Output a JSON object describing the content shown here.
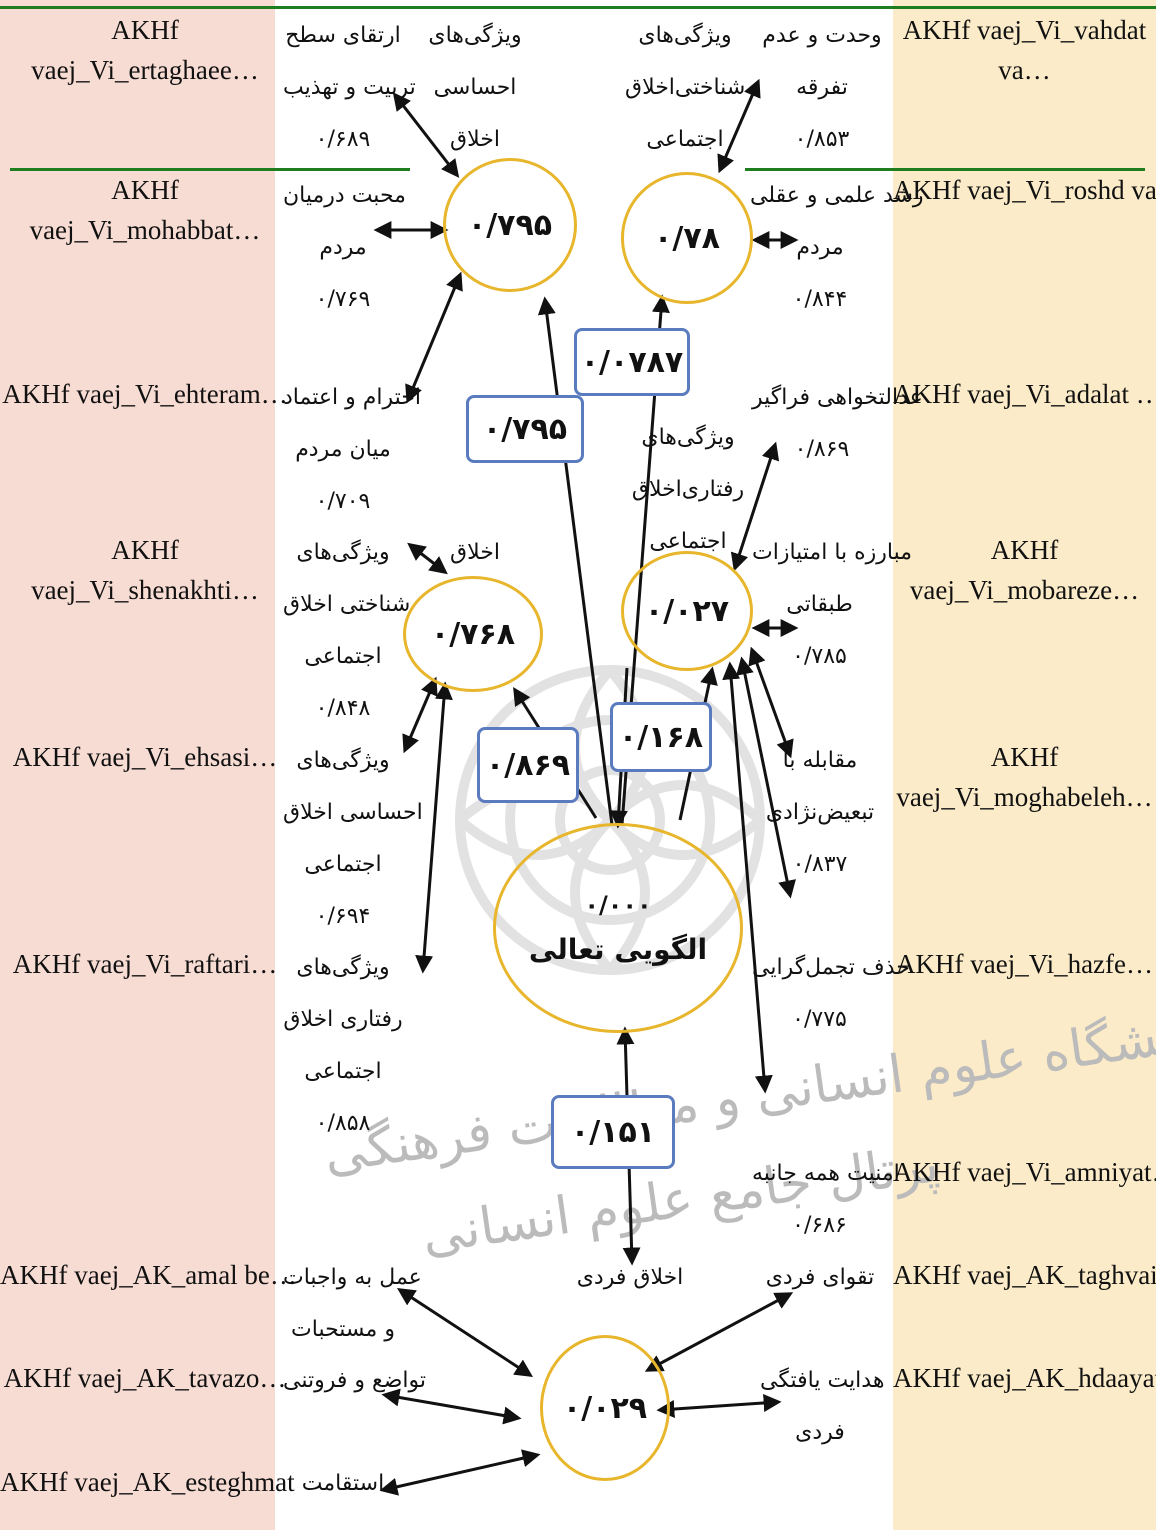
{
  "colors": {
    "left_column": "#f7dcd3",
    "right_column": "#fbebc8",
    "circle_border": "#e8b62c",
    "box_border": "#5a7cbf",
    "divider": "#1e7d1e"
  },
  "left_labels": [
    {
      "lines": [
        "AKHf",
        "vaej_Vi_ertaghaee…"
      ]
    },
    {
      "lines": [
        "AKHf",
        "vaej_Vi_mohabbat…"
      ]
    },
    {
      "lines": [
        "AKHf vaej_Vi_ehteram…"
      ]
    },
    {
      "lines": [
        "AKHf",
        "vaej_Vi_shenakhti…"
      ]
    },
    {
      "lines": [
        "AKHf vaej_Vi_ehsasi…"
      ]
    },
    {
      "lines": [
        "AKHf vaej_Vi_raftari…"
      ]
    },
    {
      "lines": [
        "AKHf vaej_AK_amal be…"
      ]
    },
    {
      "lines": [
        "AKHf vaej_AK_tavazo…"
      ]
    },
    {
      "lines": [
        "AKHf vaej_AK_esteghmat"
      ]
    }
  ],
  "right_labels": [
    {
      "lines": [
        "AKHf vaej_Vi_vahdat",
        "va…"
      ]
    },
    {
      "lines": [
        "AKHf vaej_Vi_roshd va…"
      ]
    },
    {
      "lines": [
        "AKHf vaej_Vi_adalat …"
      ]
    },
    {
      "lines": [
        "AKHf",
        "vaej_Vi_mobareze…"
      ]
    },
    {
      "lines": [
        "AKHf",
        "vaej_Vi_moghabeleh…"
      ]
    },
    {
      "lines": [
        "AKHf vaej_Vi_hazfe…"
      ]
    },
    {
      "lines": [
        "AKHf vaej_Vi_amniyat…"
      ]
    },
    {
      "lines": [
        "AKHf vaej_AK_taghvai…"
      ]
    },
    {
      "lines": [
        "AKHf vaej_AK_hdaayat…"
      ]
    }
  ],
  "indicators": [
    {
      "lines": [
        "ارتقای سطح",
        "تربیت و تهذیب",
        "۰/۶۸۹"
      ]
    },
    {
      "lines": [
        "ویژگی‌های",
        "احساسی",
        "اخلاق"
      ]
    },
    {
      "lines": [
        "ویژگی‌های",
        "شناختی‌اخلاق",
        "اجتماعی"
      ]
    },
    {
      "lines": [
        "وحدت و عدم",
        "تفرقه",
        "۰/۸۵۳"
      ]
    },
    {
      "lines": [
        "محبت درمیان",
        "مردم",
        "۰/۷۶۹"
      ]
    },
    {
      "lines": [
        "رشد علمی و عقلی",
        "مردم",
        "۰/۸۴۴"
      ]
    },
    {
      "lines": [
        "احترام و اعتماد",
        "میان مردم",
        "۰/۷۰۹"
      ]
    },
    {
      "lines": [
        "عدالتخواهی فراگیر",
        "۰/۸۶۹"
      ]
    },
    {
      "lines": [
        "ویژگی‌های",
        "رفتاری‌اخلاق",
        "اجتماعی"
      ]
    },
    {
      "lines": [
        "ویژگی‌های",
        "شناختی اخلاق",
        "اجتماعی",
        "۰/۸۴۸"
      ]
    },
    {
      "lines": [
        "اخلاق"
      ]
    },
    {
      "lines": [
        "مبارزه با امتیازات",
        "طبقاتی",
        "۰/۷۸۵"
      ]
    },
    {
      "lines": [
        "ویژگی‌های",
        "احساسی اخلاق",
        "اجتماعی",
        "۰/۶۹۴"
      ]
    },
    {
      "lines": [
        "مقابله با",
        "تبعیض‌نژادی",
        "۰/۸۳۷"
      ]
    },
    {
      "lines": [
        "ویژگی‌های",
        "رفتاری اخلاق",
        "اجتماعی",
        "۰/۸۵۸"
      ]
    },
    {
      "lines": [
        "حذف تجمل‌گرایی",
        "۰/۷۷۵"
      ]
    },
    {
      "lines": [
        "امنیت همه جانبه",
        "۰/۶۸۶"
      ]
    },
    {
      "lines": [
        "عمل به واجبات",
        "و مستحبات"
      ]
    },
    {
      "lines": [
        "اخلاق فردی"
      ]
    },
    {
      "lines": [
        "تقوای فردی"
      ]
    },
    {
      "lines": [
        "تواضع و فروتنی"
      ]
    },
    {
      "lines": [
        "هدایت یافتگی",
        "فردی"
      ]
    },
    {
      "lines": [
        "استقامت"
      ]
    }
  ],
  "constructs": {
    "c1": "۰/۷۹۵",
    "c2": "۰/۷۸",
    "c3": "۰/۷۶۸",
    "c4": "۰/۰۲۷",
    "central_value": "۰/۰۰۰",
    "central_label": "الگویی تعالی",
    "c6": "۰/۰۲۹"
  },
  "path_coefficients": {
    "p1": "۰/۰۷۸۷",
    "p2": "۰/۷۹۵",
    "p3": "۰/۸۶۹",
    "p4": "۰/۱۶۸",
    "p5": "۰/۱۵۱"
  },
  "watermark": {
    "line1": "پژوهشگاه علوم انسانی و مطالعات فرهنگی",
    "line2": "پرتال جامع علوم انسانی"
  }
}
